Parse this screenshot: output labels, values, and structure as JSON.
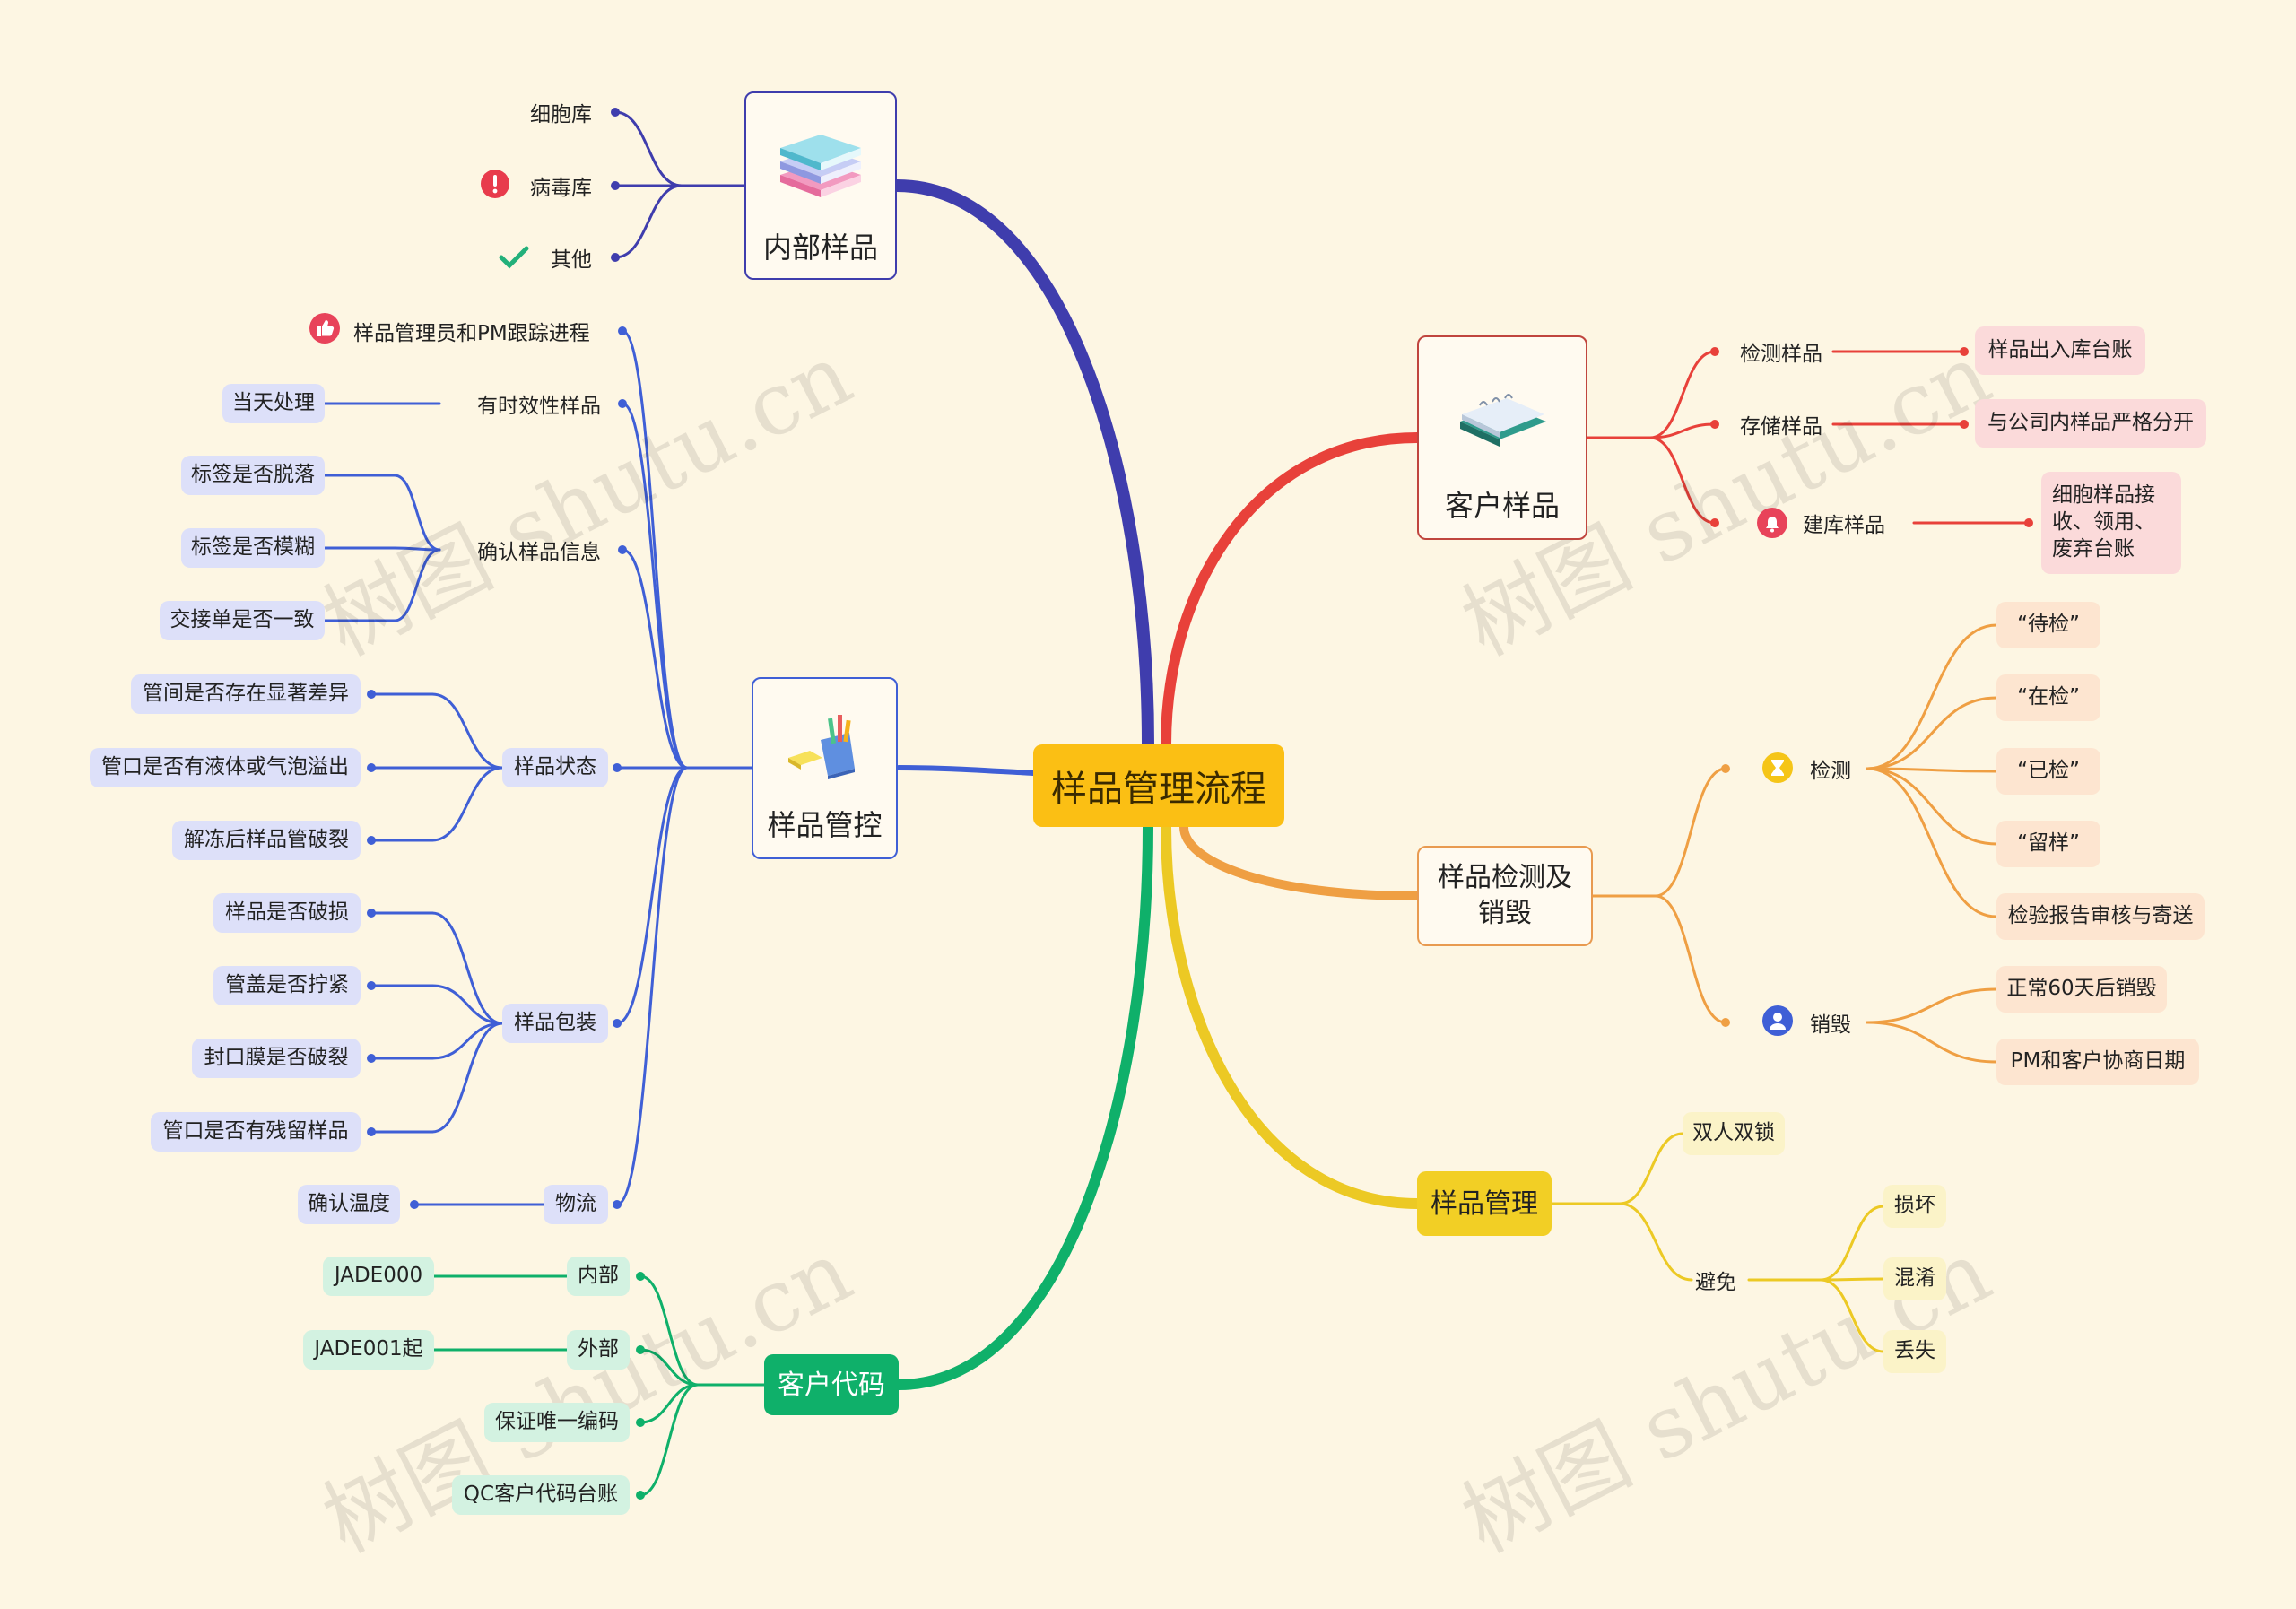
{
  "root": "样品管理流程",
  "branches": {
    "internal": {
      "label": "内部样品",
      "color": "#3f3dad",
      "items": [
        "细胞库",
        "病毒库",
        "其他"
      ]
    },
    "control": {
      "label": "样品管控",
      "color": "#3f5fd6",
      "lead": "样品管理员和PM跟踪进程",
      "timely": {
        "label": "有时效性样品",
        "children": [
          "当天处理"
        ]
      },
      "confirm": {
        "label": "确认样品信息",
        "children": [
          "标签是否脱落",
          "标签是否模糊",
          "交接单是否一致"
        ]
      },
      "state": {
        "label": "样品状态",
        "children": [
          "管间是否存在显著差异",
          "管口是否有液体或气泡溢出",
          "解冻后样品管破裂"
        ]
      },
      "pack": {
        "label": "样品包装",
        "children": [
          "样品是否破损",
          "管盖是否拧紧",
          "封口膜是否破裂",
          "管口是否有残留样品"
        ]
      },
      "logistics": {
        "label": "物流",
        "children": [
          "确认温度"
        ]
      }
    },
    "code": {
      "label": "客户代码",
      "color": "#0fb06a",
      "inner": {
        "label": "内部",
        "child": "JADE000"
      },
      "outer": {
        "label": "外部",
        "child": "JADE001起"
      },
      "unique": "保证唯一编码",
      "ledger": "QC客户代码台账"
    },
    "customer": {
      "label": "客户样品",
      "color": "#e8413a",
      "rows": [
        {
          "label": "检测样品",
          "child": "样品出入库台账"
        },
        {
          "label": "存储样品",
          "child": "与公司内样品严格分开"
        },
        {
          "label": "建库样品",
          "child": "细胞样品接收、领用、废弃台账"
        }
      ]
    },
    "detect": {
      "label": "样品检测及销毁",
      "color": "#ef9f43",
      "test": {
        "label": "检测",
        "children": [
          "“待检”",
          "“在检”",
          "“已检”",
          "“留样”",
          "检验报告审核与寄送"
        ]
      },
      "destroy": {
        "label": "销毁",
        "children": [
          "正常60天后销毁",
          "PM和客户协商日期"
        ]
      }
    },
    "manage": {
      "label": "样品管理",
      "color": "#ecc924",
      "dual": "双人双锁",
      "avoid": {
        "label": "避免",
        "children": [
          "损坏",
          "混淆",
          "丢失"
        ]
      }
    }
  },
  "watermark": "树图 shutu.cn",
  "colors": {
    "background": "#fdf6e3",
    "pill_blue": "#dde0f9",
    "pill_green": "#d3f2e1",
    "pill_red": "#fbdada",
    "pill_orange": "#fde5d0",
    "pill_yellow": "#fbf3c8"
  },
  "icons": [
    "books-icon",
    "pen-cup-icon",
    "notebook-icon",
    "exclamation-icon",
    "check-icon",
    "thumbs-up-icon",
    "bell-icon",
    "hourglass-icon",
    "user-icon"
  ]
}
